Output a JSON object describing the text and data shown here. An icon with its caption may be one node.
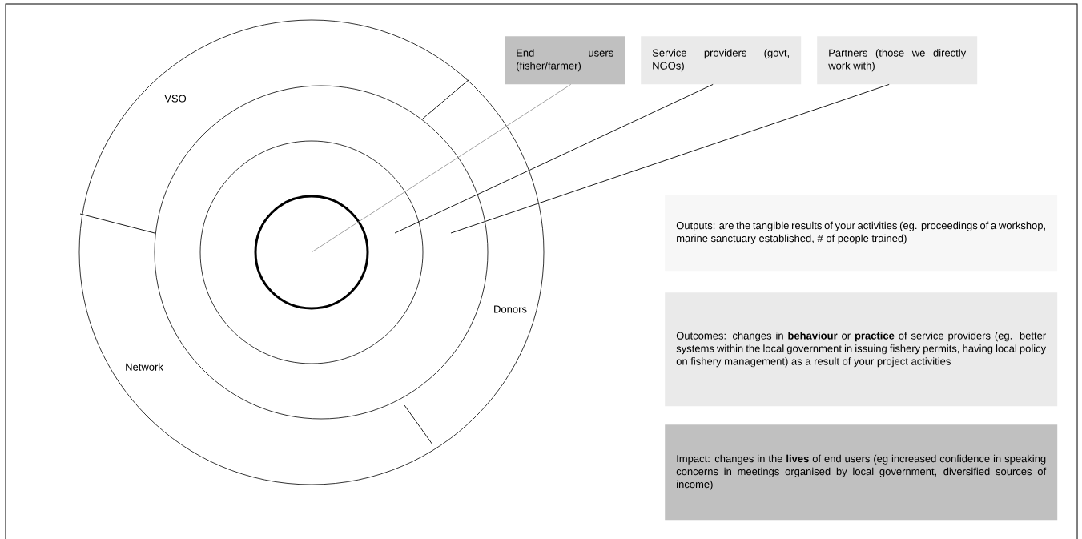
{
  "diagram": {
    "nodes": [
      {
        "text": [
          "End users (fisher/farmer)"
        ]
      },
      {
        "text": [
          "Service providers (govt, NGOs)"
        ]
      },
      {
        "text": [
          "Partners (those we directly work with)"
        ]
      },
      {
        "text": [
          "Outputs: are the tangible results of your activities (eg. proceedings of a workshop, marine sanctuary established, # of people trained)"
        ]
      },
      {
        "text": [
          "Outcomes: changes in **behaviour** or **practice** of service providers (eg. better systems within the local government in issuing fishery permits, having local policy on fishery management) as a result of your project activities"
        ]
      },
      {
        "text": [
          "Impact: changes in the **lives** of end users (eg increased confidence in speaking concerns in meetings organised by local government, diversified sources of income)"
        ]
      }
    ],
    "edges": [
      {
        "from": 0,
        "to": null,
        "arrow": "none",
        "color": "#999999"
      },
      {
        "from": 1,
        "to": null,
        "arrow": "none"
      },
      {
        "from": 2,
        "to": null,
        "arrow": "none"
      }
    ],
    "labels": [
      "VSO",
      "Network",
      "Donors"
    ]
  }
}
